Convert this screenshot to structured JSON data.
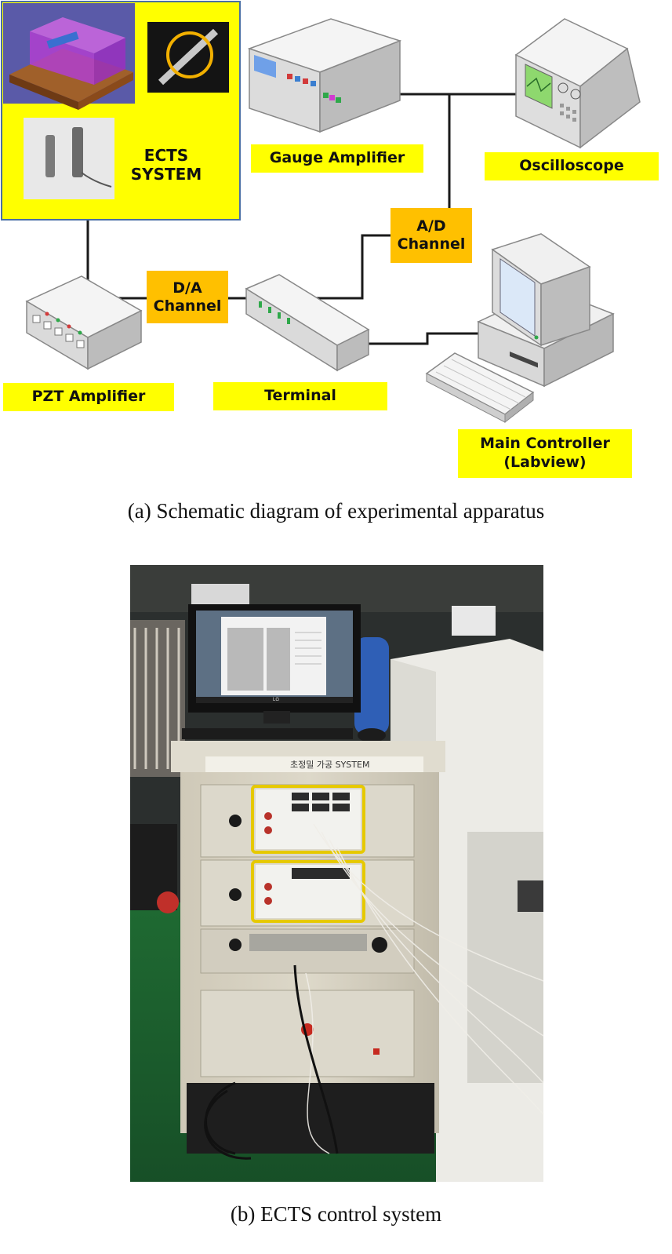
{
  "diagram": {
    "ects_system_label": "ECTS\nSYSTEM",
    "gauge_amplifier_label": "Gauge Amplifier",
    "oscilloscope_label": "Oscilloscope",
    "ad_channel_label": "A/D\nChannel",
    "da_channel_label": "D/A\nChannel",
    "pzt_amplifier_label": "PZT Amplifier",
    "terminal_label": "Terminal",
    "main_controller_label": "Main Controller\n(Labview)",
    "caption": "(a) Schematic diagram of experimental apparatus"
  },
  "photo": {
    "monitor_brand": "LG",
    "panel_title": "초정밀 가공 SYSTEM",
    "caption": "(b) ECTS control system"
  },
  "colors": {
    "label_yellow": "#ffff00",
    "channel_orange": "#ffc000",
    "line": "#1a1a1a"
  }
}
